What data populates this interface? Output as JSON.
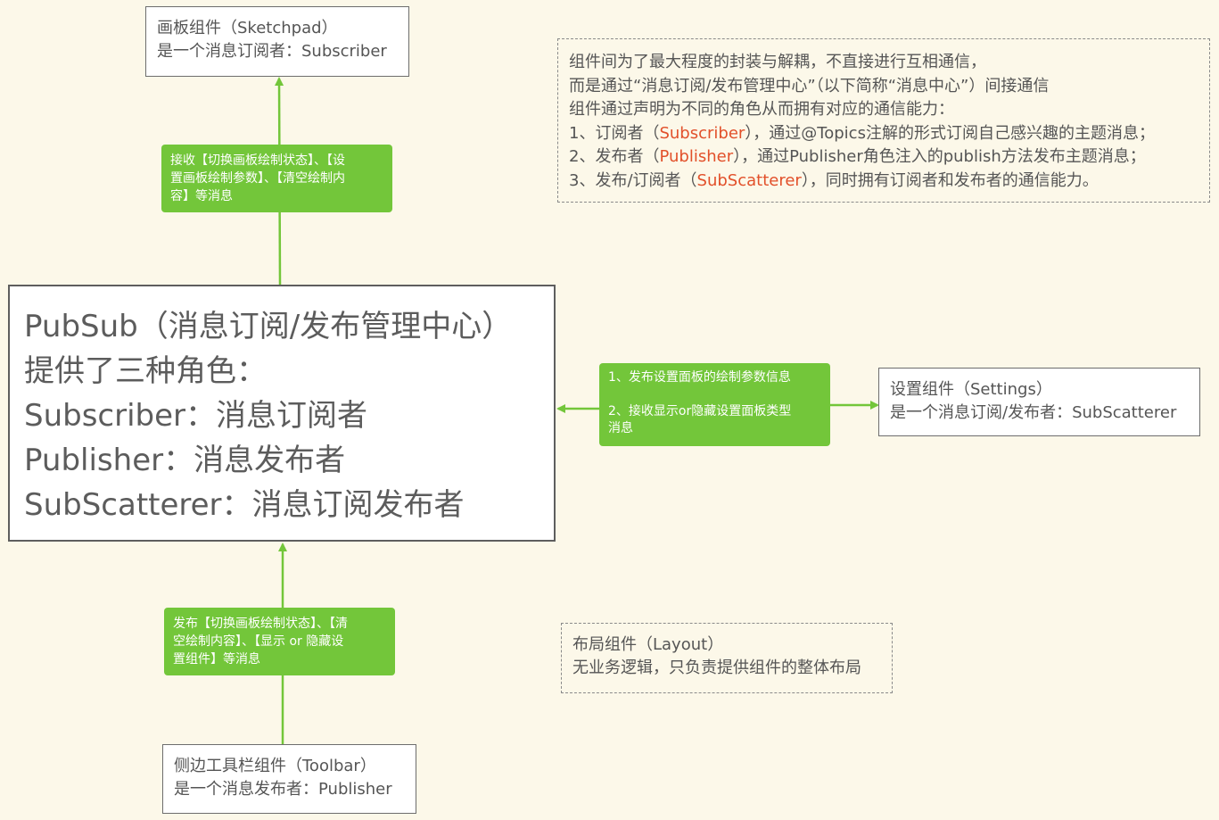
{
  "sketchpad": {
    "line1": "画板组件（Sketchpad）",
    "line2": "是一个消息订阅者：Subscriber"
  },
  "info": {
    "line1": "组件间为了最大程度的封装与解耦，不直接进行互相通信，",
    "line2": "而是通过“消息订阅/发布管理中心”（以下简称“消息中心”）间接通信",
    "line3": "组件通过声明为不同的角色从而拥有对应的通信能力：",
    "role1": {
      "prefix": "1、订阅者（",
      "name": "Subscriber",
      "suffix": "），通过@Topics注解的形式订阅自己感兴趣的主题消息；"
    },
    "role2": {
      "prefix": "2、发布者（",
      "name": "Publisher",
      "suffix": "），通过Publisher角色注入的publish方法发布主题消息；"
    },
    "role3": {
      "prefix": "3、发布/订阅者（",
      "name": "SubScatterer",
      "suffix": "），同时拥有订阅者和发布者的通信能力。"
    }
  },
  "top_tag": {
    "line1": "接收【切换画板绘制状态】、【设",
    "line2": "置画板绘制参数】、【清空绘制内",
    "line3": "容】等消息"
  },
  "pubsub": {
    "line1": "PubSub（消息订阅/发布管理中心）",
    "line2": "提供了三种角色：",
    "line3": "Subscriber：消息订阅者",
    "line4": "Publisher：消息发布者",
    "line5": "SubScatterer：消息订阅发布者"
  },
  "middle_tag": {
    "line1": "1、发布设置面板的绘制参数信息",
    "line2": "2、接收显示or隐藏设置面板类型",
    "line3": "消息"
  },
  "settings": {
    "line1": "设置组件（Settings）",
    "line2": "是一个消息订阅/发布者：SubScatterer"
  },
  "bottom_tag": {
    "line1": "发布【切换画板绘制状态】、【清",
    "line2": "空绘制内容】、【显示 or 隐藏设",
    "line3": "置组件】等消息"
  },
  "layout": {
    "line1": "布局组件（Layout）",
    "line2": "无业务逻辑，只负责提供组件的整体布局"
  },
  "toolbar": {
    "line1": "侧边工具栏组件（Toolbar）",
    "line2": "是一个消息发布者：Publisher"
  },
  "colors": {
    "background": "#fcf8e9",
    "connector": "#73c63a",
    "highlight": "#e2502a"
  }
}
